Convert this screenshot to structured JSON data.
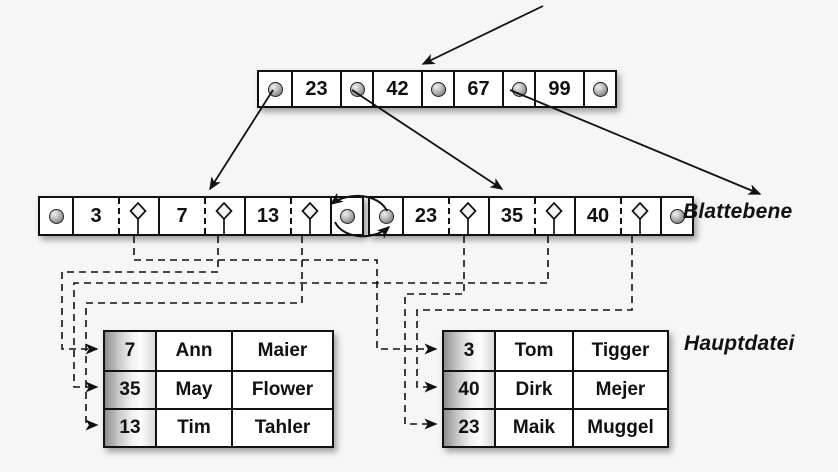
{
  "diagram": {
    "title_hint": "B+-tree index structure",
    "root_node": {
      "keys": [
        "23",
        "42",
        "67",
        "99"
      ]
    },
    "leaf_level": {
      "label": "Blattebene",
      "left_leaf": {
        "keys": [
          "3",
          "7",
          "13"
        ]
      },
      "right_leaf": {
        "keys": [
          "23",
          "35",
          "40"
        ]
      }
    },
    "main_file": {
      "label": "Hauptdatei",
      "left_table": {
        "rows": [
          [
            "7",
            "Ann",
            "Maier"
          ],
          [
            "35",
            "May",
            "Flower"
          ],
          [
            "13",
            "Tim",
            "Tahler"
          ]
        ]
      },
      "right_table": {
        "rows": [
          [
            "3",
            "Tom",
            "Tigger"
          ],
          [
            "40",
            "Dirk",
            "Mejer"
          ],
          [
            "23",
            "Maik",
            "Muggel"
          ]
        ]
      }
    },
    "colors": {
      "background": "#f6f6f6",
      "line": "#111111",
      "node_fill": "#ffffff",
      "key_column_gradient_start": "#8f8f8f",
      "pointer_circle": "#8a8a8a"
    }
  }
}
